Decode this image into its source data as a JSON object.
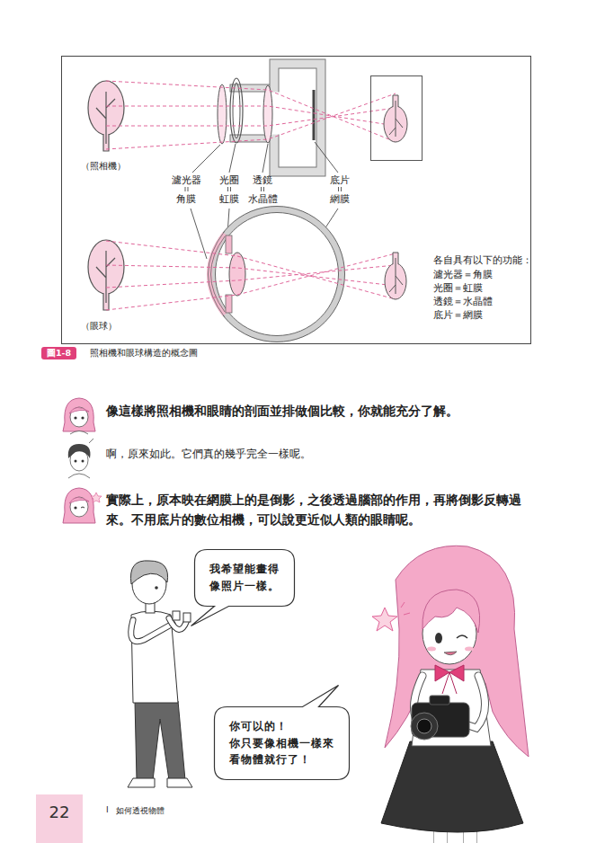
{
  "diagram": {
    "caption": "照相機和眼球構造的概念圖",
    "nodes": [
      {
        "text": [
          "圖1-8"
        ]
      },
      {
        "text": [
          "我希望能畫得 像照片一樣。"
        ]
      },
      {
        "text": [
          "你可以的！ 你只要像相機一樣來 看物體就行了！"
        ]
      },
      {
        "text": [
          "22"
        ]
      }
    ],
    "labels": [
      "（照相機）",
      "濾光器",
      "光圈",
      "透鏡",
      "底片",
      "角膜",
      "虹膜",
      "水晶體",
      "網膜",
      "（眼球）",
      "各自具有以下的功能：",
      "濾光器＝角膜",
      "光圈＝虹膜",
      "透鏡＝水晶體",
      "底片＝網膜",
      "像這樣將照相機和眼睛的剖面並排做個比較，你就能充分了解。",
      "啊，原來如此。它們真的幾乎完全一樣呢。",
      "實際上，原本映在網膜上的是倒影，之後透過腦部的作用，再將倒影反轉過來。不用底片的數位相機，可以說更近似人類的眼睛呢。",
      "I",
      "如何透視物體"
    ]
  }
}
